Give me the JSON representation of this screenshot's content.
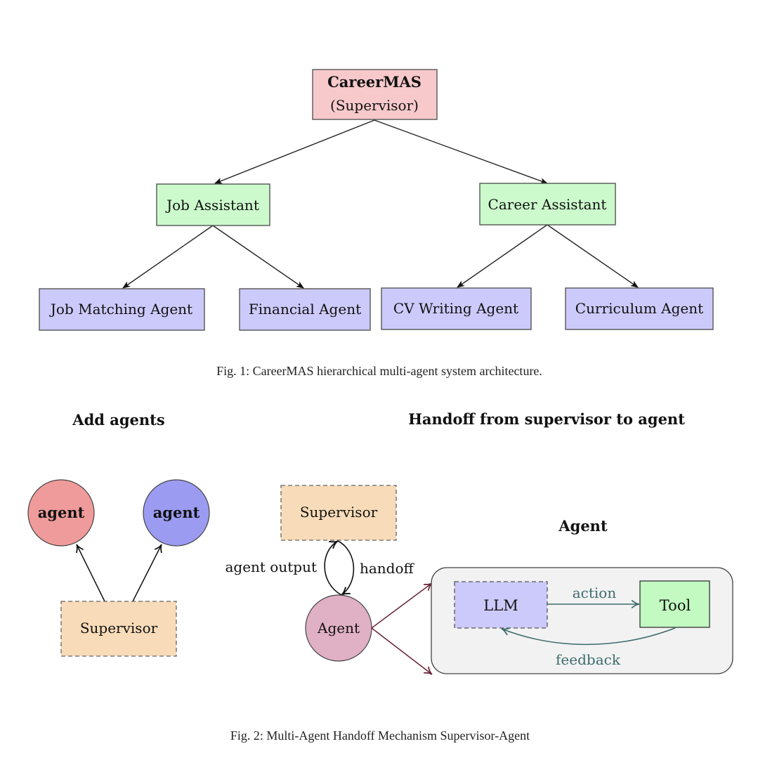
{
  "figure1": {
    "caption": "Fig. 1: CareerMAS hierarchical multi-agent system architecture.",
    "root": {
      "title": "CareerMAS",
      "subtitle": "(Supervisor)",
      "color": "#f7c9cb"
    },
    "assistants": [
      {
        "label": "Job Assistant",
        "color": "#ccfacc"
      },
      {
        "label": "Career Assistant",
        "color": "#ccfacc"
      }
    ],
    "agents": [
      {
        "label": "Job Matching Agent",
        "parent": 0,
        "color": "#cccafa"
      },
      {
        "label": "Financial Agent",
        "parent": 0,
        "color": "#cccafa"
      },
      {
        "label": "CV Writing Agent",
        "parent": 1,
        "color": "#cccafa"
      },
      {
        "label": "Curriculum Agent",
        "parent": 1,
        "color": "#cccafa"
      }
    ]
  },
  "figure2": {
    "caption": "Fig. 2: Multi-Agent Handoff Mechanism Supervisor-Agent",
    "add_agents": {
      "heading": "Add agents",
      "agent_left": {
        "label": "agent",
        "color": "#f09b9b"
      },
      "agent_right": {
        "label": "agent",
        "color": "#9b9bf2"
      },
      "supervisor": {
        "label": "Supervisor",
        "color": "#f8dbb8"
      }
    },
    "handoff": {
      "heading": "Handoff from supervisor to agent",
      "supervisor": {
        "label": "Supervisor",
        "color": "#f8dbb8"
      },
      "agent": {
        "label": "Agent",
        "color": "#e0b0c4"
      },
      "edge_left_label": "agent output",
      "edge_right_label": "handoff",
      "connector_color": "#6b2438"
    },
    "agent_box": {
      "heading": "Agent",
      "background": "#f2f2f2",
      "llm": {
        "label": "LLM",
        "color": "#cccafa"
      },
      "tool": {
        "label": "Tool",
        "color": "#c2fac2"
      },
      "action_label": "action",
      "feedback_label": "feedback",
      "edge_color": "#3d6b6b"
    }
  }
}
